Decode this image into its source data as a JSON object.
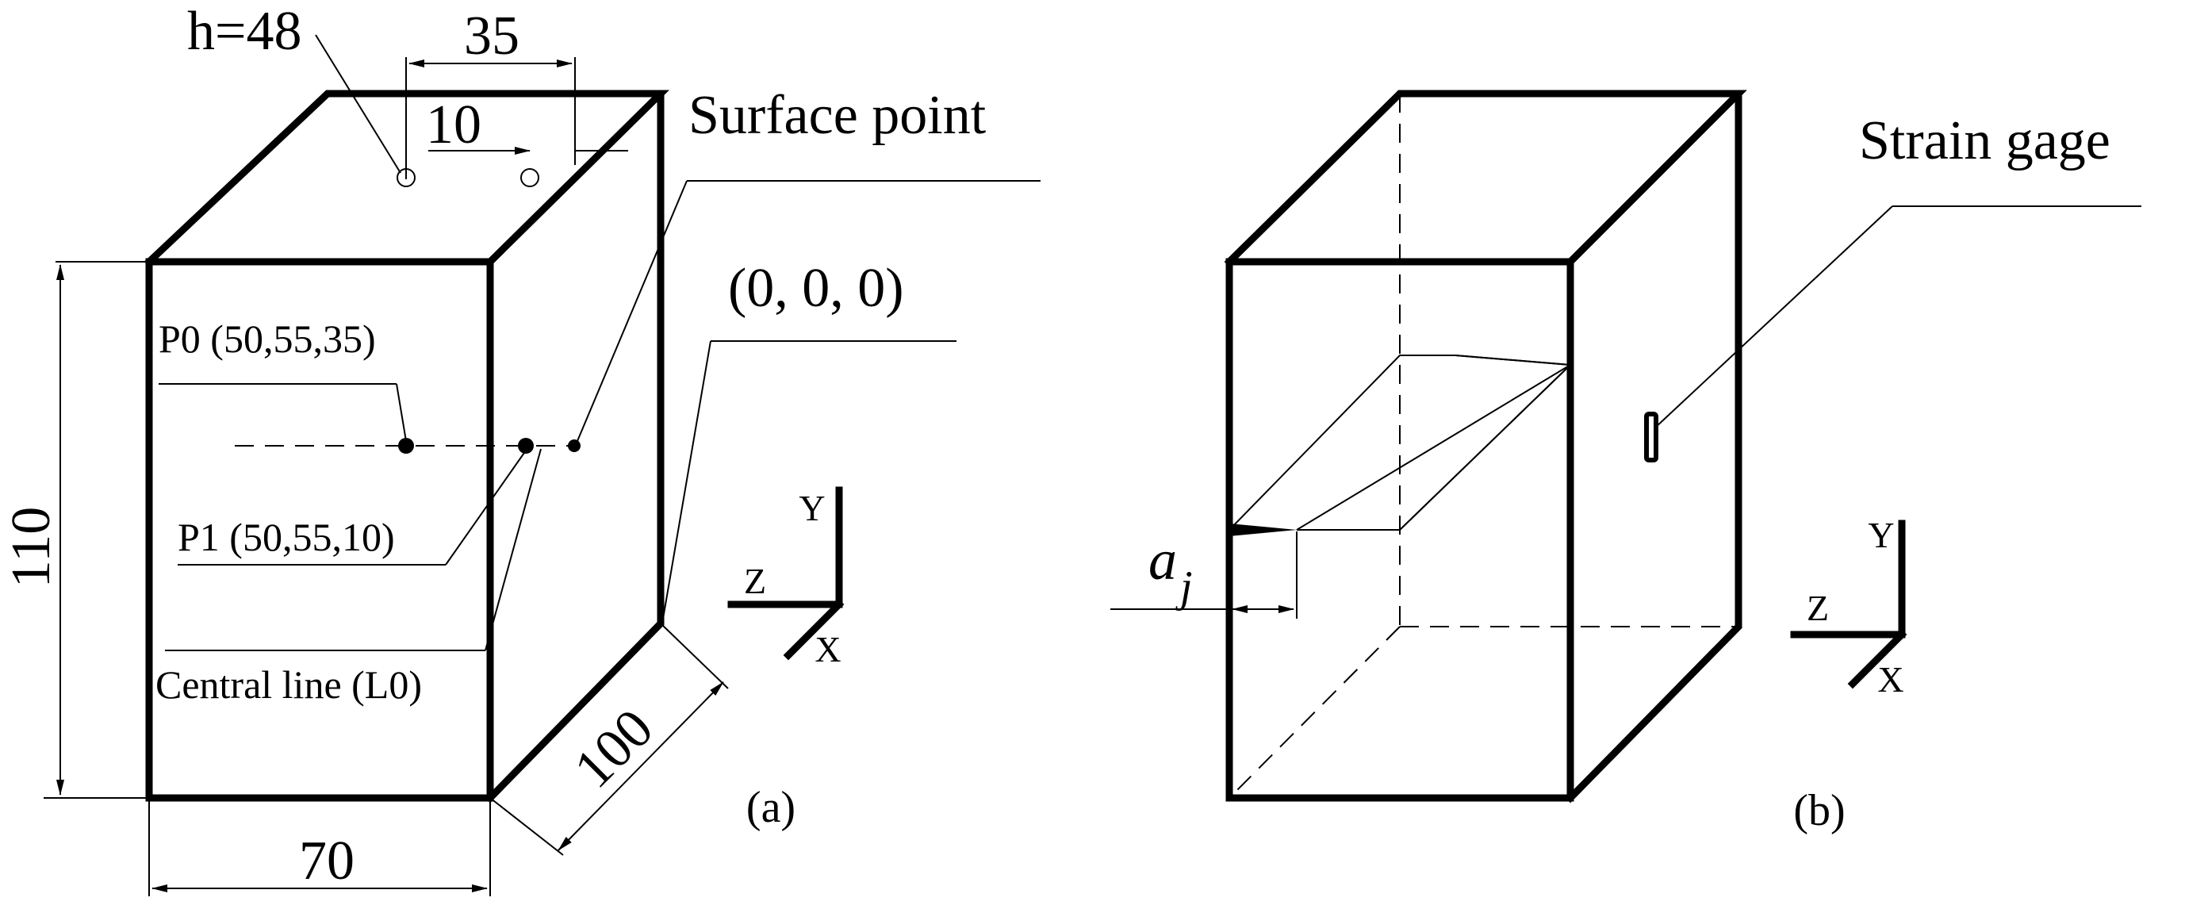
{
  "panel_a": {
    "caption": "(a)",
    "dim_h": "h=48",
    "dim_35": "35",
    "dim_10": "10",
    "dim_110": "110",
    "dim_70": "70",
    "dim_100": "100",
    "surface_point": "Surface point",
    "origin": "(0, 0, 0)",
    "p0": "P0 (50,55,35)",
    "p1": "P1 (50,55,10)",
    "central_line": "Central line (L0)",
    "axes": {
      "y": "Y",
      "z": "Z",
      "x": "X"
    }
  },
  "panel_b": {
    "caption": "(b)",
    "strain_gage": "Strain gage",
    "crack_symbol": "a",
    "crack_subscript": "j",
    "axes": {
      "y": "Y",
      "z": "Z",
      "x": "X"
    }
  }
}
